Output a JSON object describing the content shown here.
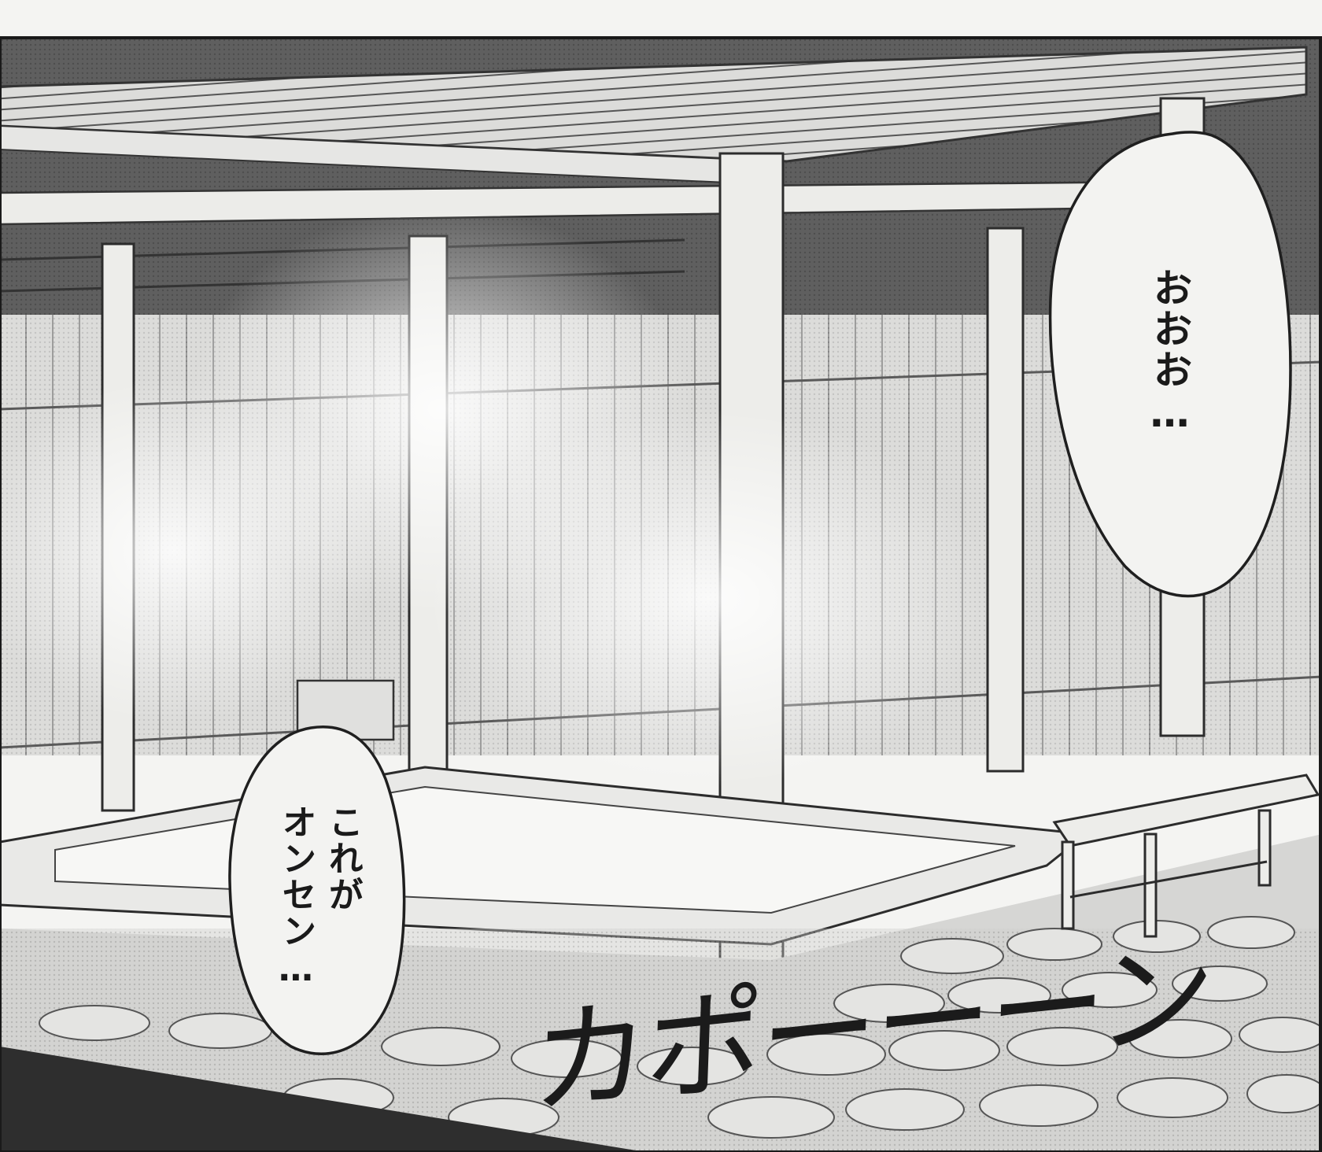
{
  "scene": {
    "description_icon": "outdoor-onsen-bath-scene"
  },
  "colors": {
    "paper": "#f4f4f2",
    "ink": "#1a1a1a",
    "night_sky": "#3a3a3a",
    "screen_tone": "#bdbdbd",
    "stone_tone": "#cfcfcf"
  },
  "bubbles": [
    {
      "text": "おおお…"
    },
    {
      "text": "これが\nオンセン…"
    }
  ],
  "sfx": {
    "text": "カポーーーン"
  }
}
